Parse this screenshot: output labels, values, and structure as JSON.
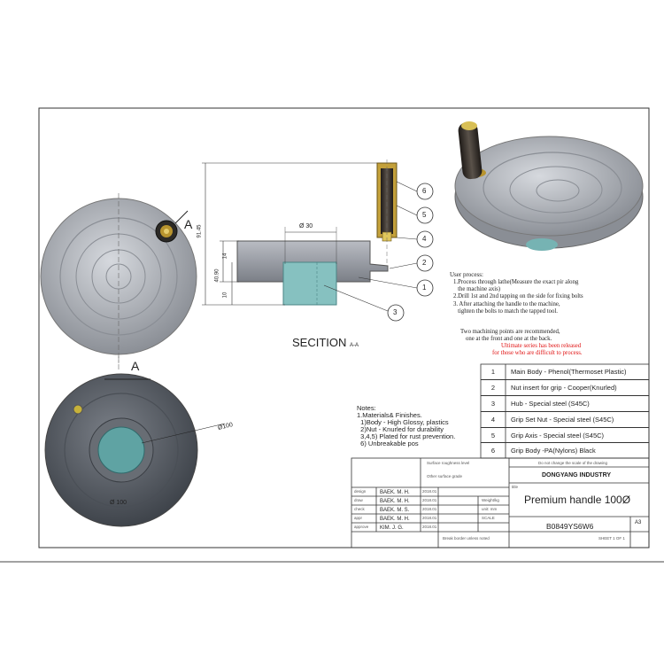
{
  "views": {
    "section_title": "SECITION",
    "section_suffix": "A-A",
    "cut_mark": "A",
    "dims": {
      "d30": "Ø 30",
      "d100": "Ø100",
      "d100b": "Ø 100",
      "h91": "91.45",
      "h40": "40.90",
      "h14": "14",
      "h10": "10"
    }
  },
  "callouts": [
    "1",
    "2",
    "3",
    "4",
    "5",
    "6"
  ],
  "process": {
    "heading": "User process:",
    "lines": [
      "1.Process through lathe(Measure the exact pir along",
      "   the machine axis)",
      "2.Drill 1st and 2nd tapping on the side for fixing bolts",
      "3. After attaching the handle to the machine,",
      "   tighten the bolts to match the tapped tool."
    ],
    "note1": "Two machining points are recommended,",
    "note2": "one at the front and one at the back.",
    "red1": "Ultimate series has been released",
    "red2": "for those who are difficult to process."
  },
  "bom": [
    {
      "no": "1",
      "desc": "Main Body - Phenol(Thermoset Plastic)"
    },
    {
      "no": "2",
      "desc": "Nut insert for grip - Cooper(Knurled)"
    },
    {
      "no": "3",
      "desc": "Hub - Special steel (S45C)"
    },
    {
      "no": "4",
      "desc": "Grip Set Nut - Special steel (S45C)"
    },
    {
      "no": "5",
      "desc": "Grip Axis - Special steel (S45C)"
    },
    {
      "no": "6",
      "desc": "Grip Body -PA(Nylons) Black"
    }
  ],
  "notes": {
    "title": "Notes:",
    "lines": [
      "1.Materials& Finishes.",
      "  1)Body - High Glossy, plastics",
      "  2)Nut - Knurled for durability",
      "  3,4,5) Plated for rust prevention.",
      "  6) Unbreakable pos"
    ]
  },
  "title_block": {
    "scale_note": "Do not change the scale of the drawing",
    "company": "DONGYANG INDUSTRY",
    "title_label": "title",
    "title": "Premium handle 100Ø",
    "part_no": "B0849YS6W6",
    "size": "A3",
    "sheet": "SHEET 1 OF 1",
    "rough_1": "Surface roughness level",
    "rough_2": "Other surface grade",
    "names": [
      "BAEK. M. H.",
      "BAEK. M. H.",
      "BAEK. M. S.",
      "BAEK. M. H.",
      "KIM. J. G."
    ],
    "labels": [
      "design",
      "draw",
      "check",
      "appr",
      "approve"
    ],
    "date": "2018.01",
    "mid_1": "Weight/kg",
    "mid_2": "unit: mm",
    "mid_3": "SCALE",
    "bottom_note": "Break border unless noted"
  },
  "colors": {
    "body_light": "#c9ccd2",
    "body_mid": "#9a9ea6",
    "body_dark": "#5a5f66",
    "hub_teal": "#8fc7c6",
    "grip": "#2f2a26",
    "brass": "#c8a235",
    "red": "#e01010"
  }
}
